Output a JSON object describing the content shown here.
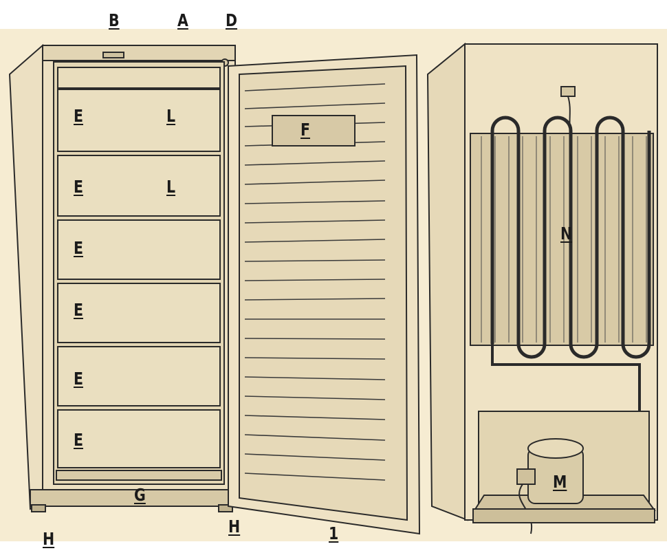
{
  "figure_number": "1",
  "callouts": {
    "A": "A",
    "B": "B",
    "D": "D",
    "E": "E",
    "F": "F",
    "G": "G",
    "H": "H",
    "L": "L",
    "M": "M",
    "N": "N"
  },
  "colors": {
    "paper": "#f6ecd2",
    "cabinet": "#ece0c2",
    "cabinet_shade": "#ddd0ae",
    "shelf": "#e6d9b8",
    "outline": "#2a2a2a",
    "label": "#1a1a1a"
  }
}
